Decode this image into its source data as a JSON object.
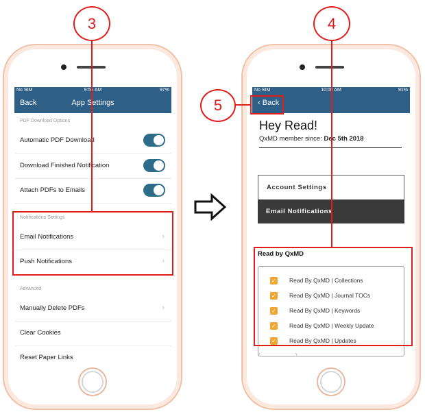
{
  "callouts": {
    "c3": "3",
    "c4": "4",
    "c5": "5"
  },
  "left_screen": {
    "status": {
      "carrier": "No SIM",
      "time": "9:55 AM",
      "battery": "97%"
    },
    "nav": {
      "back": "Back",
      "title": "App Settings"
    },
    "sections": {
      "pdf": "PDF Download Options",
      "notifications": "Notifications Settings",
      "advanced": "Advanced"
    },
    "rows": {
      "auto_pdf": "Automatic PDF Download",
      "download_notif": "Download Finished Notification",
      "attach_pdfs": "Attach PDFs to Emails",
      "email_notif": "Email Notifications",
      "push_notif": "Push Notifications",
      "manual_delete": "Manually Delete PDFs",
      "clear_cookies": "Clear Cookies",
      "reset_links": "Reset Paper Links"
    },
    "toggles": {
      "auto_pdf": true,
      "download_notif": true,
      "attach_pdfs": true
    }
  },
  "right_screen": {
    "status": {
      "carrier": "No SIM",
      "time": "10:00 AM",
      "battery": "91%"
    },
    "nav": {
      "back": "Back"
    },
    "greeting": "Hey Read!",
    "member_label": "QxMD member since: ",
    "member_date": "Dec 5th 2018",
    "buttons": {
      "account": "Account Settings",
      "email": "Email Notifications"
    },
    "read_by_title": "Read by QxMD",
    "read_by_items": [
      "Read By QxMD | Collections",
      "Read By QxMD | Journal TOCs",
      "Read By QxMD | Keywords",
      "Read By QxMD | Weekly Update",
      "Read By QxMD | Updates"
    ]
  },
  "colors": {
    "navbar": "#2e5f86",
    "callout": "#e21b1b",
    "checkbox": "#f0a534",
    "toggle_on": "#2e6d8a"
  }
}
